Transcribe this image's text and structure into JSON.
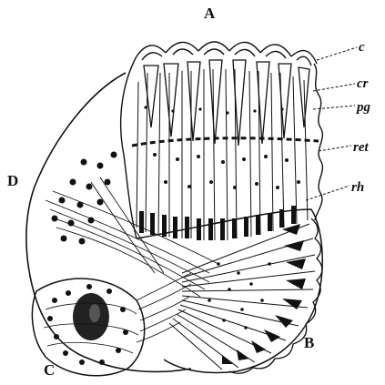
{
  "labels": {
    "A": "A",
    "B": "B",
    "C": "C",
    "D": "D",
    "c": "c",
    "cr": "cr",
    "pg": "pg",
    "ret": "ret",
    "rh": "rh"
  }
}
